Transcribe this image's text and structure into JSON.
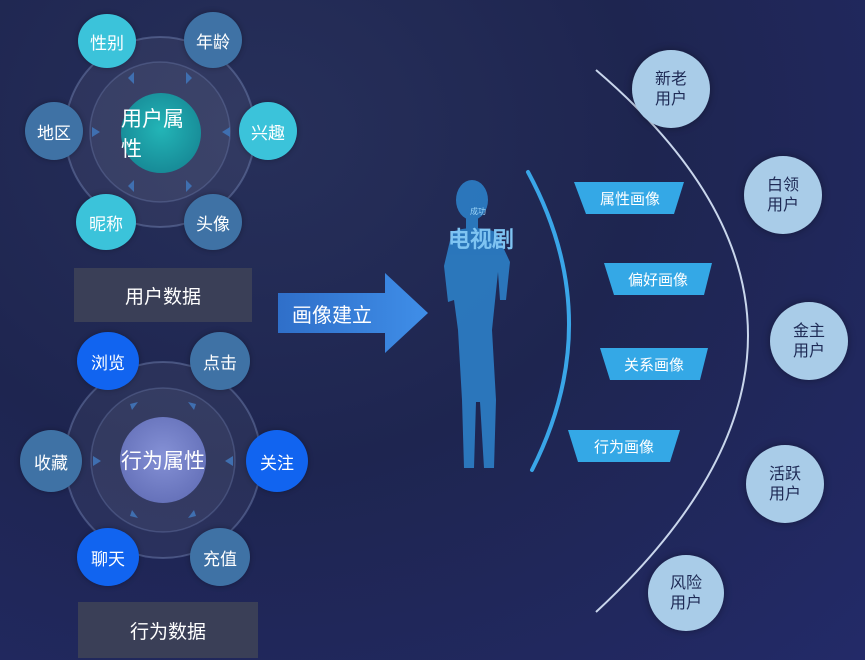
{
  "user_attributes": {
    "center": "用户属性",
    "nodes": [
      "性别",
      "年龄",
      "地区",
      "兴趣",
      "昵称",
      "头像"
    ],
    "label": "用户数据"
  },
  "behavior_attributes": {
    "center": "行为属性",
    "nodes": [
      "浏览",
      "点击",
      "收藏",
      "关注",
      "聊天",
      "充值"
    ],
    "label": "行为数据"
  },
  "build_arrow": "画像建立",
  "portrait_figure": [
    "电视剧",
    "成功"
  ],
  "portrait_tags": [
    "属性画像",
    "偏好画像",
    "关系画像",
    "行为画像"
  ],
  "user_segments": [
    [
      "新老",
      "用户"
    ],
    [
      "白领",
      "用户"
    ],
    [
      "金主",
      "用户"
    ],
    [
      "活跃",
      "用户"
    ],
    [
      "风险",
      "用户"
    ]
  ],
  "colors": {
    "cyan": "#3bc3da",
    "steel": "#3f72a5",
    "blue": "#1164f0",
    "teal_center": "#1d9aa3",
    "lavender_center": "#6f7bc4",
    "segment": "#a9cce8",
    "tag": "#34a8e6"
  }
}
